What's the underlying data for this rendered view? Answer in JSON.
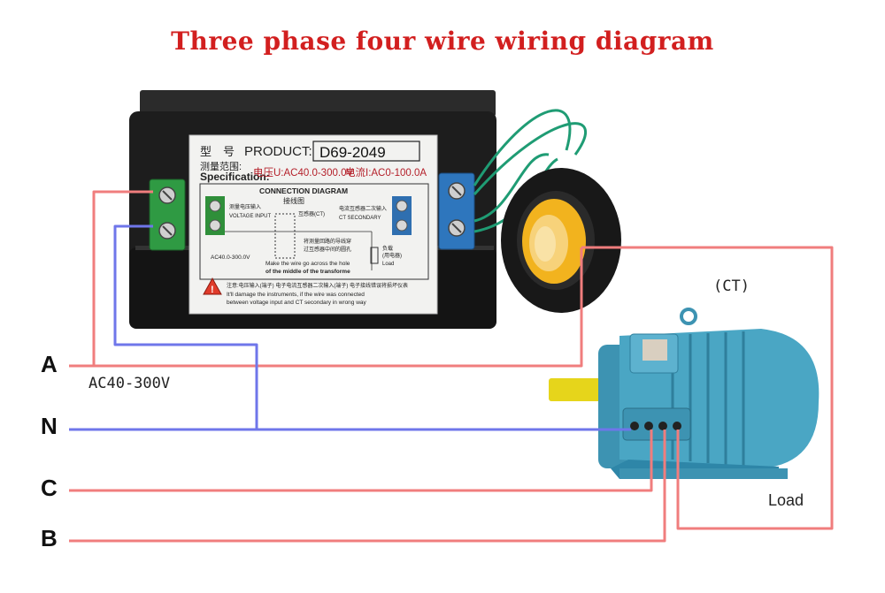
{
  "title": "Three phase four wire wiring diagram",
  "phases": {
    "a": "A",
    "n": "N",
    "c": "C",
    "b": "B"
  },
  "voltage_range_label": "AC40-300V",
  "ct_label": "(CT)",
  "load_label": "Load",
  "meter_label": {
    "product_prefix": "型　号",
    "product_key": "PRODUCT:",
    "product_value": "D69-2049",
    "spec_prefix": "测量范围:",
    "spec_key": "Specification:",
    "spec_voltage": "电压U:AC40.0-300.0V",
    "spec_current": "电流I:AC0-100.0A",
    "connection_title": "CONNECTION DIAGRAM",
    "connection_title_cn": "接线图",
    "voltage_input_cn": "测量电压输入",
    "voltage_input": "VOLTAGE INPUT",
    "transformer_cn": "互感器(CT)",
    "ct_secondary_cn": "电流互感器二次输入",
    "ct_secondary": "CT SECONDARY",
    "voltage_range": "AC40.0-300.0V",
    "wire_note_cn_1": "将测量回路的导线穿",
    "wire_note_cn_2": "过互感器中间的圆孔",
    "wire_note_1": "Make the wire go across the hole",
    "wire_note_2": "of the middle of the transforme",
    "load_cn": "负载",
    "load_cn_2": "(用电器)",
    "load": "Load",
    "warning_cn": "注意:电压输入(端子) 电子电流互感器二次输入(端子) 电子接线错误将损坏仪表",
    "warning_1": "It'll damage the instruments, if the wire was connected",
    "warning_2": "between voltage input and CT secondary in wrong way"
  },
  "colors": {
    "title": "#d21f1f",
    "phase_wire": "#f07d7d",
    "neutral_wire": "#6f76ea",
    "ct_wire": "#1f9c74",
    "motor": "#4aa6c4"
  }
}
